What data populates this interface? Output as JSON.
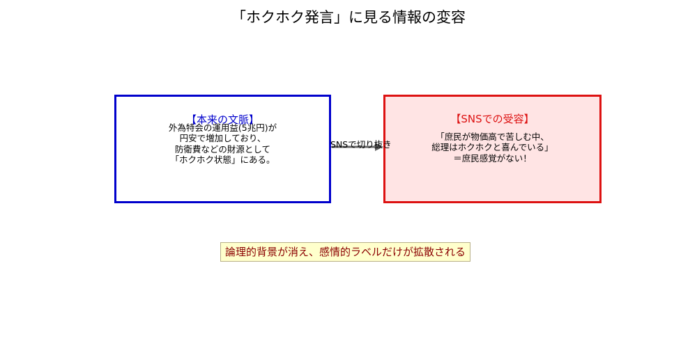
{
  "title": "「ホクホク発言」に見る情報の変容",
  "left_box": {
    "heading": "【本来の文脈】",
    "lines": [
      "外為特会の運用益(5兆円)が",
      "円安で増加しており、",
      "防衛費などの財源として",
      "「ホクホク状態」にある。"
    ],
    "border_color": "#0000cc",
    "heading_color": "#0000cc",
    "fill": "#ffffff"
  },
  "right_box": {
    "heading": "【SNSでの受容】",
    "lines": [
      "「庶民が物価高で苦しむ中、",
      "総理はホクホクと喜んでいる」",
      "＝庶民感覚がない！"
    ],
    "border_color": "#dd1111",
    "heading_color": "#dd1111",
    "fill": "#ffe4e4"
  },
  "arrow": {
    "label": "SNSで切り抜き",
    "color": "#666666"
  },
  "bottom_note": {
    "text": "論理的背景が消え、感情的ラベルだけが拡散される",
    "text_color": "#8b0000",
    "fill": "#ffffcc"
  }
}
